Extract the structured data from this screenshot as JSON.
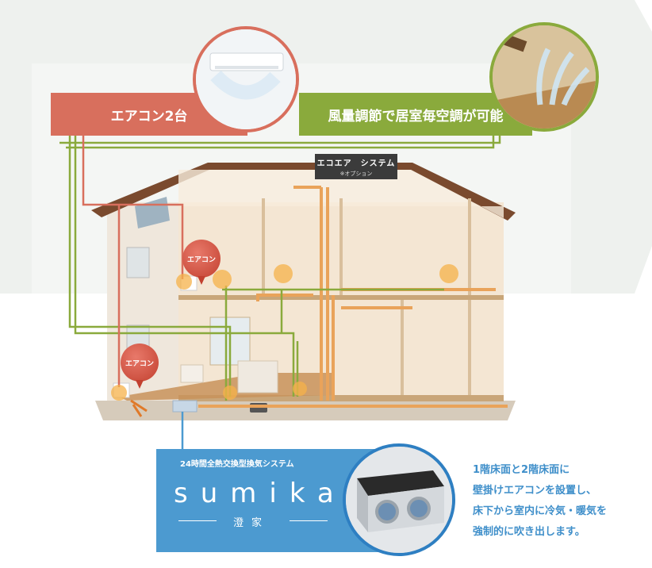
{
  "labels": {
    "aircon_count": "エアコン2台",
    "airflow_control": "風量調節で居室毎空調が可能"
  },
  "ecoair": {
    "name": "エコエア　システム",
    "note": "※オプション"
  },
  "aircon_bubbles": {
    "second_floor": "エアコン",
    "first_floor": "エアコン"
  },
  "sumika": {
    "subtitle": "24時間全熱交換型換気システム",
    "logo": "sumika",
    "kanji": "澄家"
  },
  "description": {
    "line1": "1階床面と2階床面に",
    "line2": "壁掛けエアコンを設置し、",
    "line3": "床下から室内に冷気・暖気を",
    "line4": "強制的に吹き出します。"
  },
  "colors": {
    "aircon_red": "#d86f5d",
    "duct_green": "#8aaa3c",
    "sumika_blue": "#4c9ad0",
    "duct_orange": "#e9a35a",
    "background_hex": "#eef1ee"
  }
}
